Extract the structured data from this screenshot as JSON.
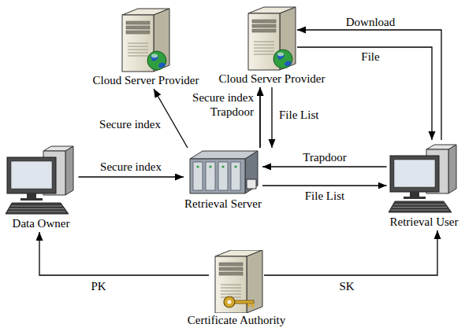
{
  "diagram": {
    "nodes": [
      {
        "text": [
          "Cloud Server Provider"
        ]
      },
      {
        "text": [
          "Cloud Server Provider"
        ]
      },
      {
        "text": [
          "Data Owner"
        ]
      },
      {
        "text": [
          "Retrieval Server"
        ]
      },
      {
        "text": [
          "Retrieval User"
        ]
      },
      {
        "text": [
          "Certificate Authority"
        ]
      }
    ],
    "edges": [
      {
        "from": 2,
        "to": 3,
        "label": "Secure index",
        "arrow": "to"
      },
      {
        "from": 3,
        "to": 0,
        "label": "Secure index",
        "arrow": "to"
      },
      {
        "from": 3,
        "to": 1,
        "label": "Secure index",
        "arrow": "to"
      },
      {
        "from": 3,
        "to": 1,
        "label": "Trapdoor",
        "arrow": "to"
      },
      {
        "from": 1,
        "to": 3,
        "label": "File List",
        "arrow": "to"
      },
      {
        "from": 4,
        "to": 3,
        "label": "Trapdoor",
        "arrow": "to"
      },
      {
        "from": 3,
        "to": 4,
        "label": "File List",
        "arrow": "to"
      },
      {
        "from": 4,
        "to": 1,
        "label": "Download",
        "arrow": "to"
      },
      {
        "from": 1,
        "to": 4,
        "label": "File",
        "arrow": "to"
      },
      {
        "from": 5,
        "to": 2,
        "label": "PK",
        "arrow": "to"
      },
      {
        "from": 5,
        "to": 4,
        "label": "SK",
        "arrow": "to"
      }
    ]
  }
}
